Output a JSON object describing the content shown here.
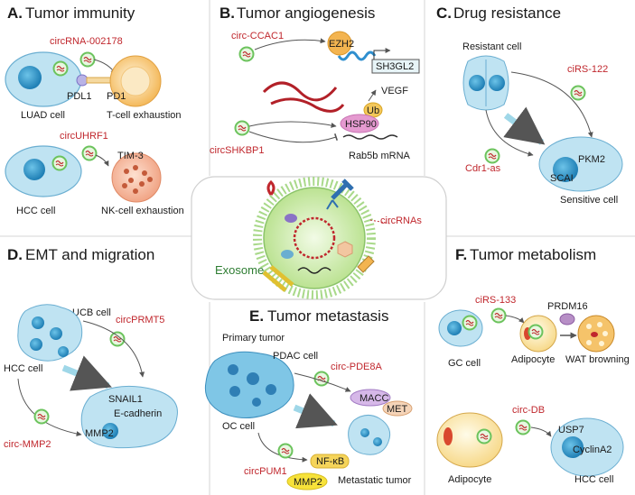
{
  "colors": {
    "red_label": "#c0272d",
    "cell_fill": "#bfe3f2",
    "nucleus_fill": "#3d9fd0",
    "circ_green": "#6cc35d",
    "arrow_teal": "#9fd7e8",
    "exosome_green": "#2e7d32"
  },
  "icons": [
    "circrna-icon",
    "exosome-icon",
    "receptor-icon",
    "cell-icon",
    "adipocyte-icon"
  ],
  "panelA": {
    "letter": "A.",
    "title": "Tumor immunity",
    "circ1": "circRNA-002178",
    "pdl1": "PDL1",
    "pd1": "PD1",
    "luad": "LUAD cell",
    "texh": "T-cell exhaustion",
    "circ2": "circUHRF1",
    "tim3": "TIM-3",
    "hcc": "HCC cell",
    "nkexh": "NK-cell exhaustion"
  },
  "panelB": {
    "letter": "B.",
    "title": "Tumor angiogenesis",
    "circ1": "circ-CCAC1",
    "ezh2": "EZH2",
    "sh3gl2": "SH3GL2",
    "vegf": "VEGF",
    "ub": "Ub",
    "hsp90": "HSP90",
    "circ2": "circSHKBP1",
    "rab5b": "Rab5b mRNA"
  },
  "panelC": {
    "letter": "C.",
    "title": "Drug resistance",
    "resistant": "Resistant cell",
    "cirs122": "ciRS-122",
    "cdr1": "Cdr1-as",
    "pkm2": "PKM2",
    "scai": "SCAI",
    "sensitive": "Sensitive cell"
  },
  "center": {
    "circrnas": "circRNAs",
    "exosome": "Exosome"
  },
  "panelD": {
    "letter": "D.",
    "title": "EMT and migration",
    "ucb": "UCB cell",
    "circprmt5": "circPRMT5",
    "hcc": "HCC cell",
    "snail1": "SNAIL1",
    "ecad": "E-cadherin",
    "mmp2": "MMP2",
    "circmmp2": "circ-MMP2"
  },
  "panelE": {
    "letter": "E.",
    "title": "Tumor metastasis",
    "primary": "Primary tumor",
    "pdac": "PDAC cell",
    "circpde8a": "circ-PDE8A",
    "macc": "MACC",
    "met": "MET",
    "oc": "OC cell",
    "circpum1": "circPUM1",
    "nfkb": "NF-κB",
    "mmp2": "MMP2",
    "metastatic": "Metastatic tumor"
  },
  "panelF": {
    "letter": "F.",
    "title": "Tumor metabolism",
    "cirs133": "ciRS-133",
    "prdm16": "PRDM16",
    "gc": "GC cell",
    "adipocyte": "Adipocyte",
    "wat": "WAT browning",
    "circdb": "circ-DB",
    "usp7": "USP7",
    "cyclina2": "CyclinA2",
    "adipocyte2": "Adipocyte",
    "hcc": "HCC cell"
  }
}
